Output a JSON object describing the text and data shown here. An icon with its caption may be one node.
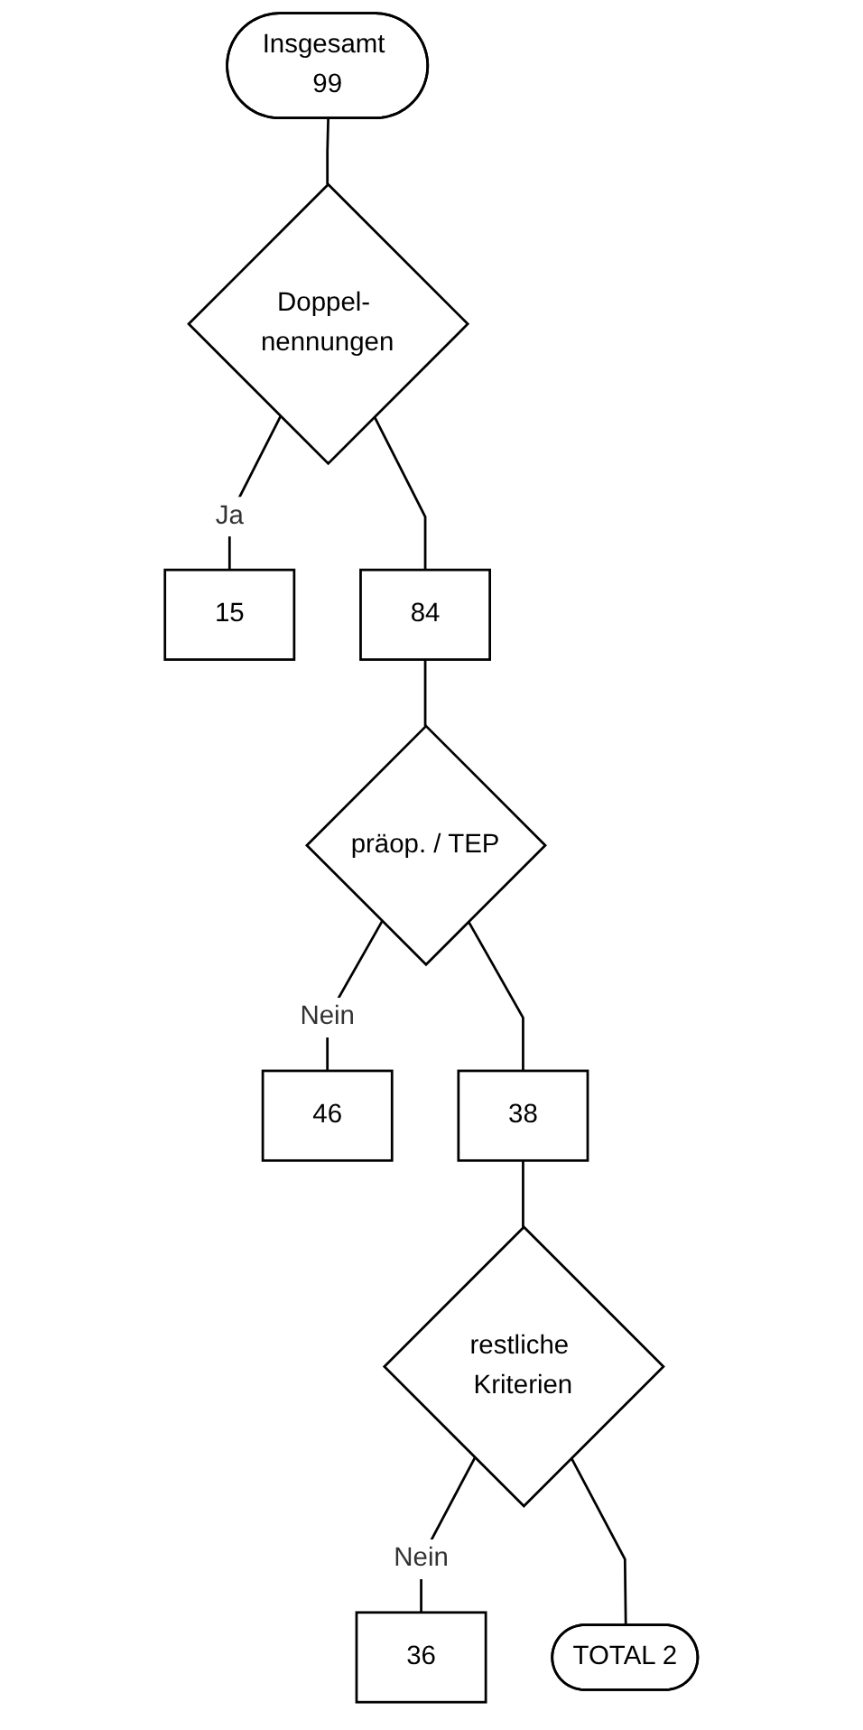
{
  "diagram": {
    "nodes": [
      {
        "text": [
          "Insgesamt 99"
        ]
      },
      {
        "text": [
          "Doppel- nennungen"
        ]
      },
      {
        "text": [
          "15"
        ]
      },
      {
        "text": [
          "84"
        ]
      },
      {
        "text": [
          "präop. / TEP"
        ]
      },
      {
        "text": [
          "46"
        ]
      },
      {
        "text": [
          "38"
        ]
      },
      {
        "text": [
          "restliche Kriterien"
        ]
      },
      {
        "text": [
          "36"
        ]
      },
      {
        "text": [
          "TOTAL 2"
        ]
      }
    ],
    "edges": [
      {
        "from": 0,
        "to": 1,
        "arrow": "none"
      },
      {
        "from": 1,
        "to": 2,
        "arrow": "none",
        "label": "Ja"
      },
      {
        "from": 1,
        "to": 3,
        "arrow": "none"
      },
      {
        "from": 3,
        "to": 4,
        "arrow": "none"
      },
      {
        "from": 4,
        "to": 5,
        "arrow": "none",
        "label": "Nein"
      },
      {
        "from": 4,
        "to": 6,
        "arrow": "none"
      },
      {
        "from": 6,
        "to": 7,
        "arrow": "none"
      },
      {
        "from": 7,
        "to": 8,
        "arrow": "none",
        "label": "Nein"
      },
      {
        "from": 7,
        "to": 9,
        "arrow": "none"
      }
    ]
  }
}
